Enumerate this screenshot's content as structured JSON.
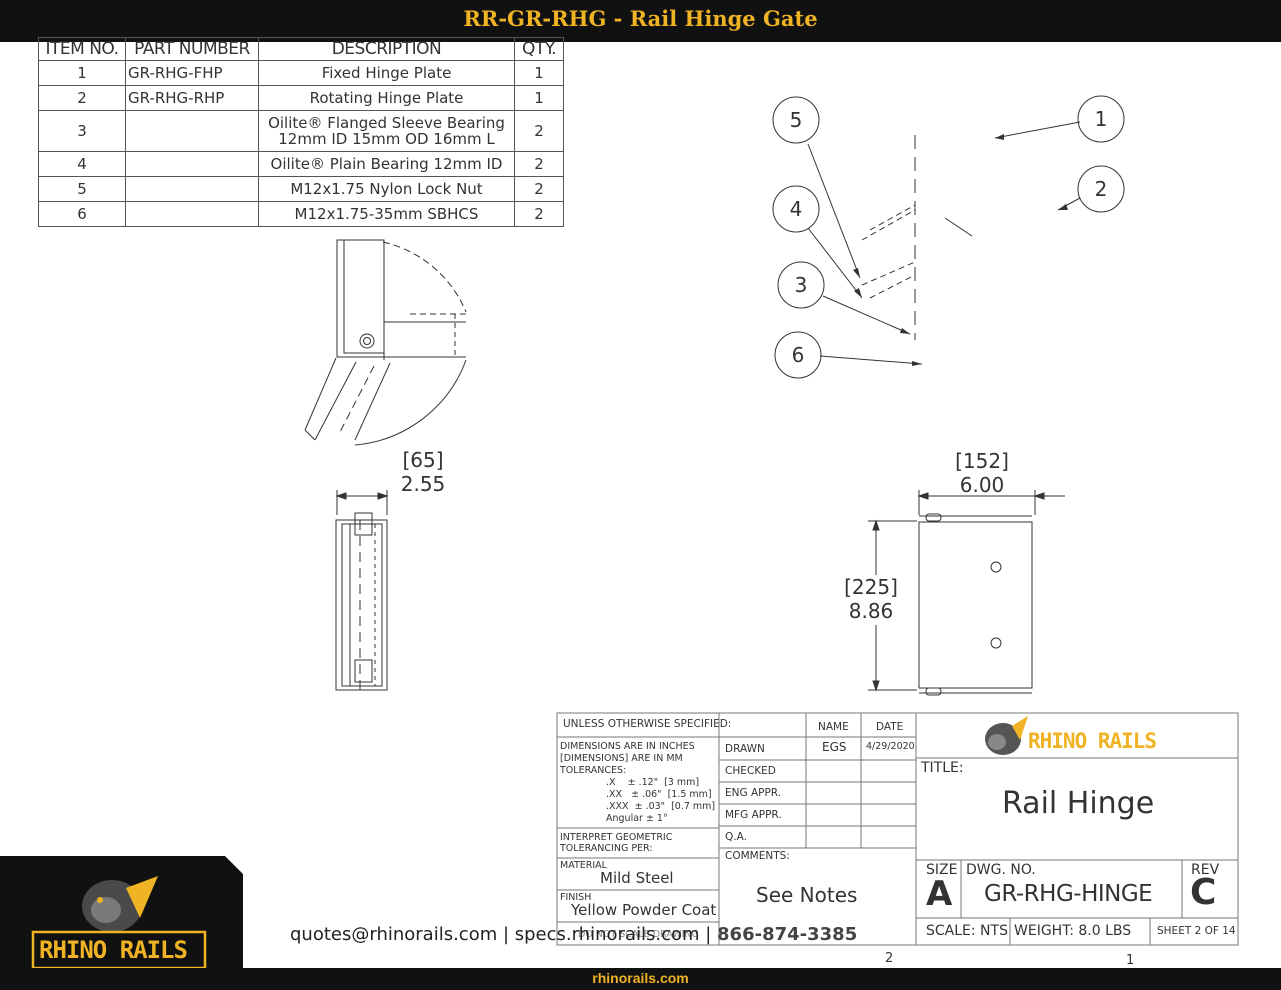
{
  "header": {
    "title": "RR-GR-RHG - Rail Hinge Gate"
  },
  "bom": {
    "headers": [
      "ITEM NO.",
      "PART NUMBER",
      "DESCRIPTION",
      "QTY."
    ],
    "rows": [
      {
        "item": "1",
        "part": "GR-RHG-FHP",
        "desc": "Fixed Hinge Plate",
        "qty": "1"
      },
      {
        "item": "2",
        "part": "GR-RHG-RHP",
        "desc": "Rotating Hinge Plate",
        "qty": "1"
      },
      {
        "item": "3",
        "part": "",
        "desc": "Oilite® Flanged Sleeve Bearing",
        "desc2": "12mm ID 15mm OD 16mm L",
        "qty": "2"
      },
      {
        "item": "4",
        "part": "",
        "desc": "Oilite® Plain Bearing 12mm ID",
        "qty": "2"
      },
      {
        "item": "5",
        "part": "",
        "desc": "M12x1.75 Nylon Lock Nut",
        "qty": "2"
      },
      {
        "item": "6",
        "part": "",
        "desc": "M12x1.75-35mm SBHCS",
        "qty": "2"
      }
    ]
  },
  "balloons": [
    "1",
    "2",
    "3",
    "4",
    "5",
    "6"
  ],
  "dimensions": {
    "side_width_mm": "[65]",
    "side_width_in": "2.55",
    "front_width_mm": "[152]",
    "front_width_in": "6.00",
    "front_height_mm": "[225]",
    "front_height_in": "8.86"
  },
  "title_block": {
    "unless": "UNLESS OTHERWISE SPECIFIED:",
    "dims1": "DIMENSIONS ARE IN INCHES",
    "dims2": "[DIMENSIONS] ARE IN MM",
    "tol": "TOLERANCES:",
    "tol_x": ".X    ± .12\"  [3 mm]",
    "tol_xx": ".XX   ± .06\"  [1.5 mm]",
    "tol_xxx": ".XXX  ± .03\"  [0.7 mm]",
    "tol_ang": "Angular ± 1°",
    "interp1": "INTERPRET GEOMETRIC",
    "interp2": "TOLERANCING PER:",
    "material_label": "MATERIAL",
    "material": "Mild Steel",
    "finish_label": "FINISH",
    "finish": "Yellow Powder Coat",
    "dnsd": "DO NOT SCALE DRAWING",
    "name_hdr": "NAME",
    "date_hdr": "DATE",
    "drawn": "DRAWN",
    "drawn_name": "EGS",
    "drawn_date": "4/29/2020",
    "checked": "CHECKED",
    "eng": "ENG APPR.",
    "mfg": "MFG APPR.",
    "qa": "Q.A.",
    "comments": "COMMENTS:",
    "see_notes": "See Notes",
    "logo_text": "RHINO RAILS",
    "title_label": "TITLE:",
    "title": "Rail Hinge",
    "size_label": "SIZE",
    "size": "A",
    "dwg_label": "DWG.  NO.",
    "dwg_no": "GR-RHG-HINGE",
    "rev_label": "REV",
    "rev": "C",
    "scale": "SCALE: NTS",
    "weight": "WEIGHT: 8.0 LBS",
    "sheet": "SHEET 2 OF 14",
    "zone2": "2",
    "zone1": "1"
  },
  "footer": {
    "contact": "quotes@rhinorails.com | specs.rhinorails.com | ",
    "phone": "866-874-3385",
    "url": "rhinorails.com",
    "logo_text": "RHINO RAILS"
  }
}
